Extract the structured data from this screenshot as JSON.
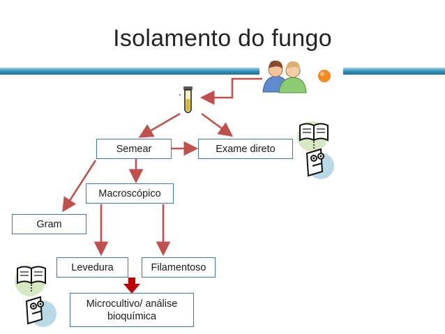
{
  "title": "Isolamento do fungo",
  "nodes": {
    "semear": "Semear",
    "exame_direto": "Exame direto",
    "macroscopico": "Macroscópico",
    "gram": "Gram",
    "levedura": "Levedura",
    "filamentoso": "Filamentoso",
    "microcultivo_line1": "Microcultivo/ análise",
    "microcultivo_line2": "bioquímica"
  },
  "colors": {
    "arrow": "#c0504d",
    "box_border": "#3e74b8",
    "accent_bar": "#2d8db9",
    "bullet": "#f28a1f"
  },
  "icons": [
    "people-icon",
    "test-tube-icon",
    "reading-person-icon"
  ]
}
